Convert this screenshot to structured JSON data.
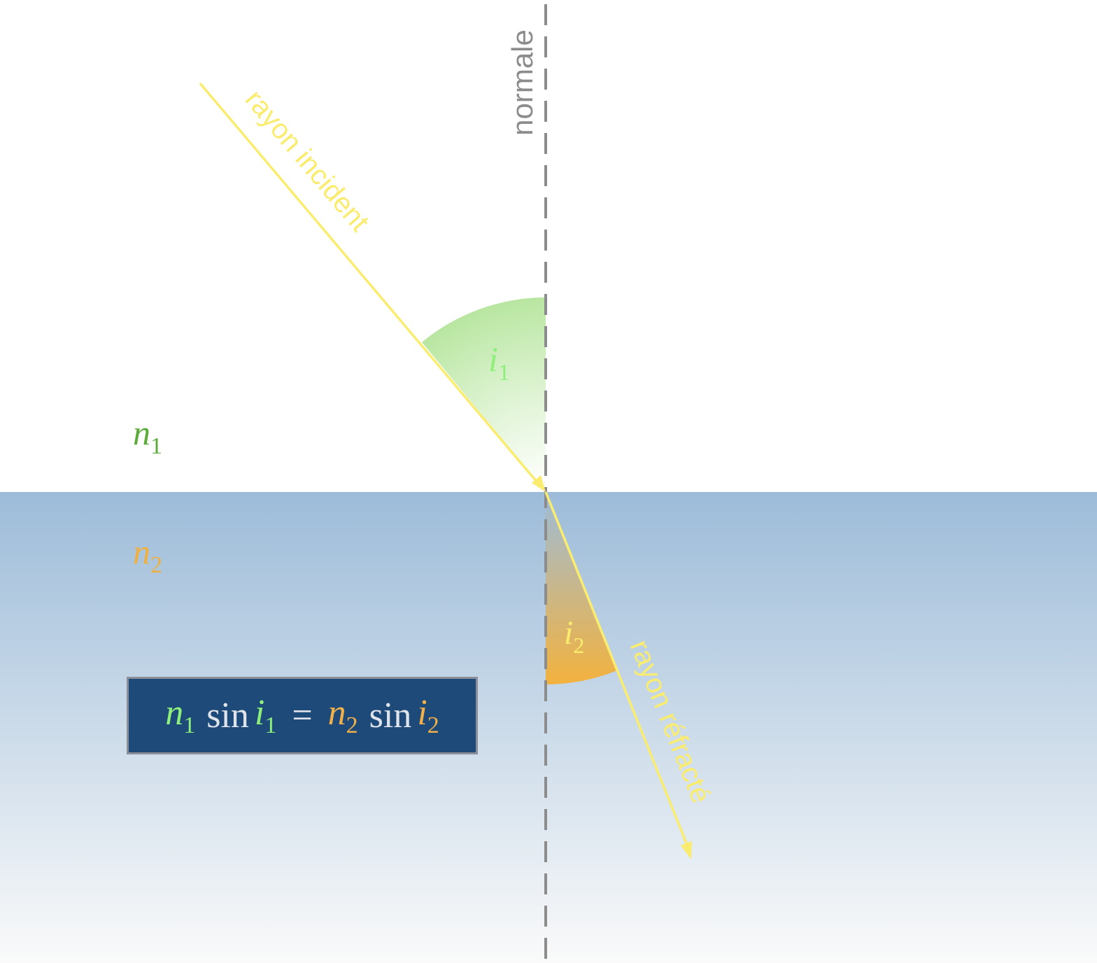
{
  "labels": {
    "normal": "normale",
    "incident_ray": "rayon incident",
    "refracted_ray": "rayon réfracté"
  },
  "media": {
    "n1": {
      "symbol": "n",
      "sub": "1"
    },
    "n2": {
      "symbol": "n",
      "sub": "2"
    }
  },
  "angles": {
    "i1": {
      "symbol": "i",
      "sub": "1"
    },
    "i2": {
      "symbol": "i",
      "sub": "2"
    }
  },
  "equation": {
    "n1": "n",
    "n1_sub": "1",
    "sin1": "sin",
    "i1": "i",
    "i1_sub": "1",
    "equals": "=",
    "n2": "n",
    "n2_sub": "2",
    "sin2": "sin",
    "i2": "i",
    "i2_sub": "2"
  },
  "colors": {
    "ray": "#f9ec6e",
    "normal_line": "#8c8c8c",
    "medium1_label": "#5aab3a",
    "medium2_label": "#efb040",
    "angle1": "#b8e6a0",
    "angle2": "#f0b040",
    "water_top": "#9dbcd9",
    "water_bottom": "#fafafa",
    "equation_bg": "#1e4a7a",
    "eq_n1": "#8ef07a",
    "eq_i1": "#8ef07a",
    "eq_n2": "#f2b04a",
    "eq_i2": "#f2b04a"
  }
}
